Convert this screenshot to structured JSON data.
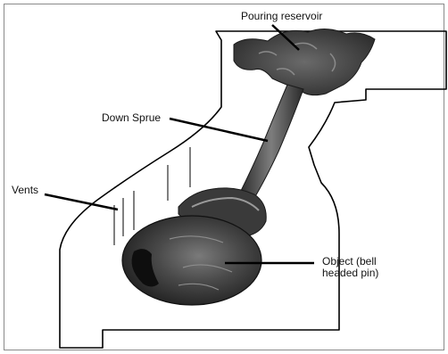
{
  "labels": {
    "pouring_reservoir": "Pouring reservoir",
    "down_sprue": "Down Sprue",
    "vents": "Vents",
    "object_line1": "Object (bell",
    "object_line2": "headed pin)"
  },
  "colors": {
    "mould_outline": "#000000",
    "metal_dark": "#2b2b2b",
    "metal_mid": "#5a5a5a",
    "metal_light": "#9a9a9a",
    "border": "#8a8a8a"
  }
}
